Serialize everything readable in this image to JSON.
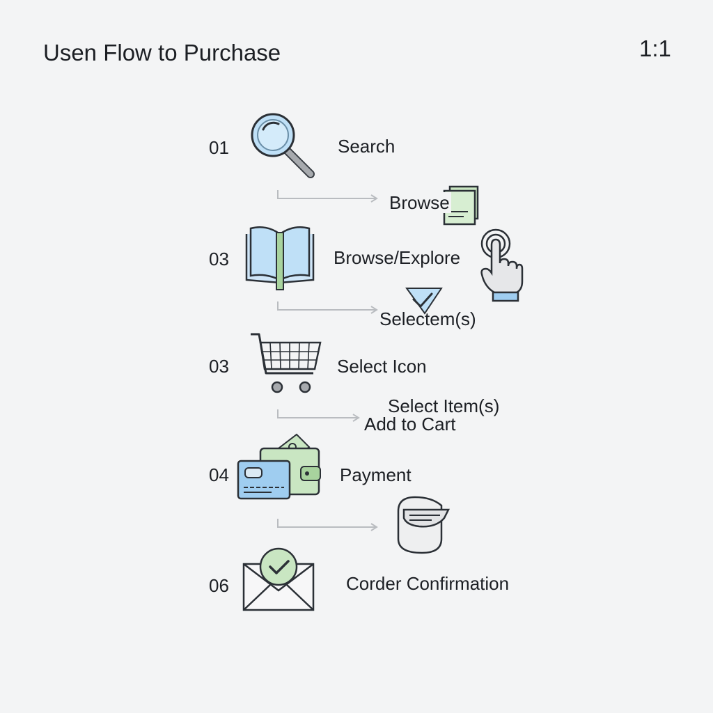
{
  "header": {
    "title": "Usen Flow to Purchase",
    "ratio": "1:1"
  },
  "steps": [
    {
      "number": "01",
      "label": "Search",
      "icon": "magnifier-icon"
    },
    {
      "label": "Browse",
      "icon": "cards-icon"
    },
    {
      "number": "03",
      "label": "Browse/Explore",
      "icon": "open-book-icon",
      "extra_icon": "tap-hand-icon"
    },
    {
      "label": "Selectem(s)",
      "icon": "check-badge-icon"
    },
    {
      "number": "03",
      "label": "Select Icon",
      "icon": "shopping-cart-icon"
    },
    {
      "label": "Select Item(s)",
      "label2": "Add to Cart"
    },
    {
      "number": "04",
      "label": "Payment",
      "icon": "wallet-card-icon"
    },
    {
      "icon": "chat-bubble-icon"
    },
    {
      "number": "06",
      "label": "Corder Confirmation",
      "icon": "envelope-check-icon"
    }
  ],
  "colors": {
    "background": "#f3f4f5",
    "accent_blue": "#bfe0f7",
    "accent_green": "#c9e6c2",
    "line": "#b9bcc0",
    "ink": "#1c1f24"
  }
}
